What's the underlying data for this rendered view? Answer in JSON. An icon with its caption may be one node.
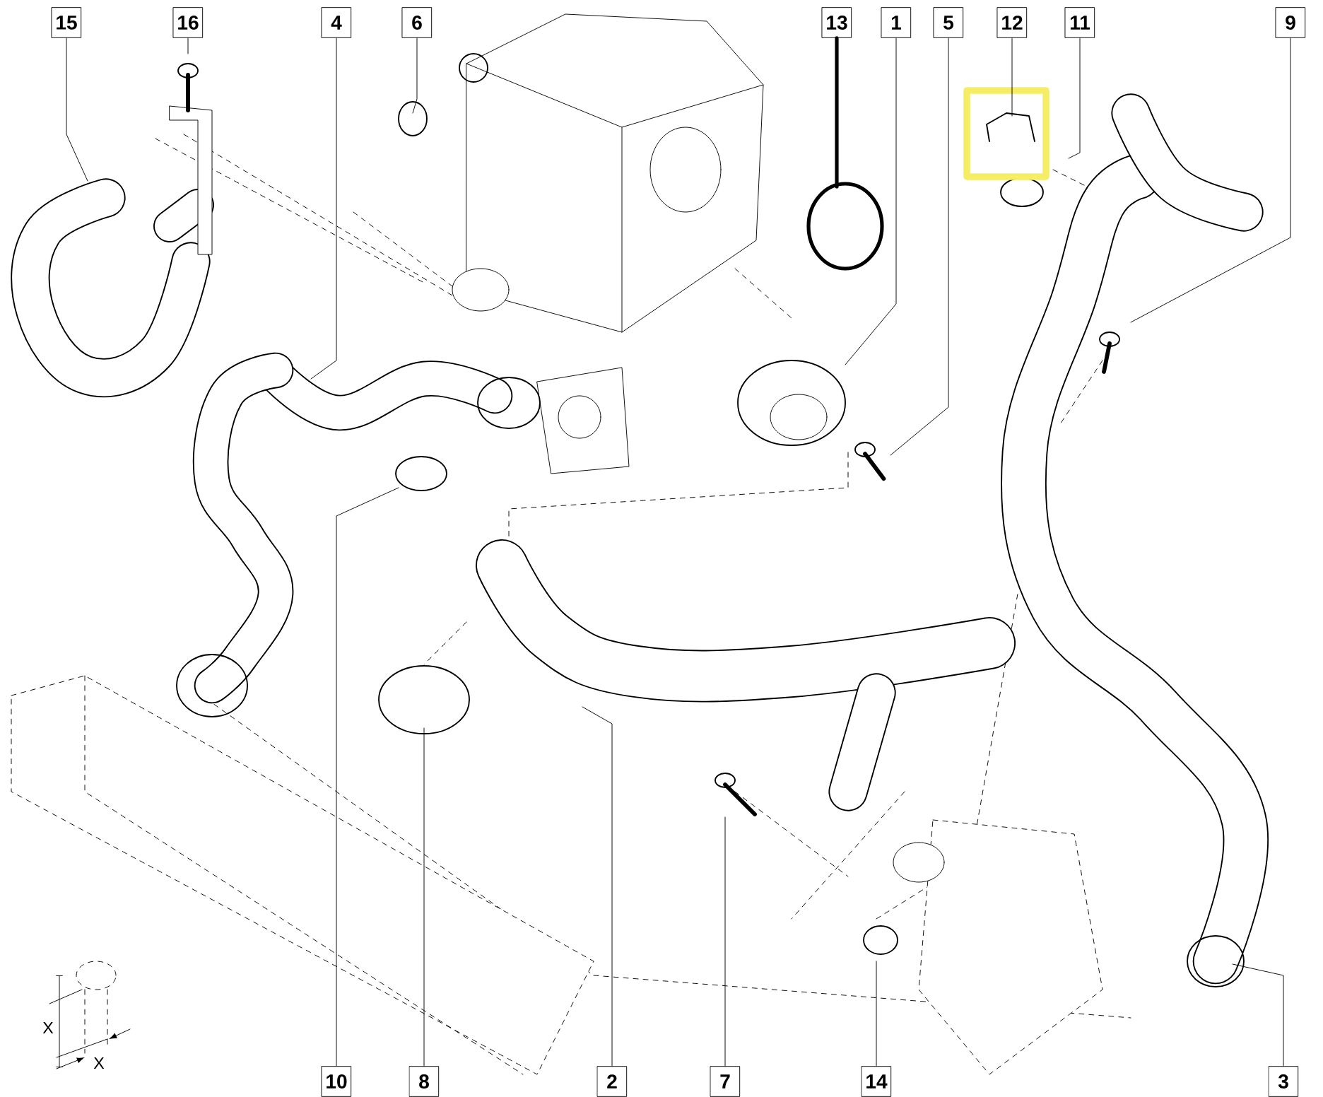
{
  "diagram": {
    "nodes": [
      {
        "text": [
          "15"
        ]
      },
      {
        "text": [
          "16"
        ]
      },
      {
        "text": [
          "4"
        ]
      },
      {
        "text": [
          "6"
        ]
      },
      {
        "text": [
          "13"
        ]
      },
      {
        "text": [
          "1"
        ]
      },
      {
        "text": [
          "5"
        ]
      },
      {
        "text": [
          "12"
        ]
      },
      {
        "text": [
          "11"
        ]
      },
      {
        "text": [
          "9"
        ]
      },
      {
        "text": [
          "10"
        ]
      },
      {
        "text": [
          "8"
        ]
      },
      {
        "text": [
          "2"
        ]
      },
      {
        "text": [
          "7"
        ]
      },
      {
        "text": [
          "14"
        ]
      },
      {
        "text": [
          "3"
        ]
      }
    ],
    "edges": [
      {
        "from": 0,
        "to": null,
        "arrow": "none"
      },
      {
        "from": 1,
        "to": null,
        "arrow": "none"
      },
      {
        "from": 2,
        "to": null,
        "arrow": "none"
      },
      {
        "from": 3,
        "to": null,
        "arrow": "none"
      },
      {
        "from": 4,
        "to": null,
        "arrow": "none",
        "style": "thick"
      },
      {
        "from": 5,
        "to": null,
        "arrow": "none"
      },
      {
        "from": 6,
        "to": null,
        "arrow": "none"
      },
      {
        "from": 7,
        "to": null,
        "arrow": "none"
      },
      {
        "from": 8,
        "to": null,
        "arrow": "none"
      },
      {
        "from": 9,
        "to": null,
        "arrow": "none"
      },
      {
        "from": 10,
        "to": null,
        "arrow": "none"
      },
      {
        "from": 11,
        "to": null,
        "arrow": "none"
      },
      {
        "from": 12,
        "to": null,
        "arrow": "none"
      },
      {
        "from": 13,
        "to": null,
        "arrow": "none"
      },
      {
        "from": 14,
        "to": null,
        "arrow": "none"
      },
      {
        "from": 15,
        "to": null,
        "arrow": "none"
      }
    ],
    "labels": [
      "X",
      "X"
    ]
  }
}
